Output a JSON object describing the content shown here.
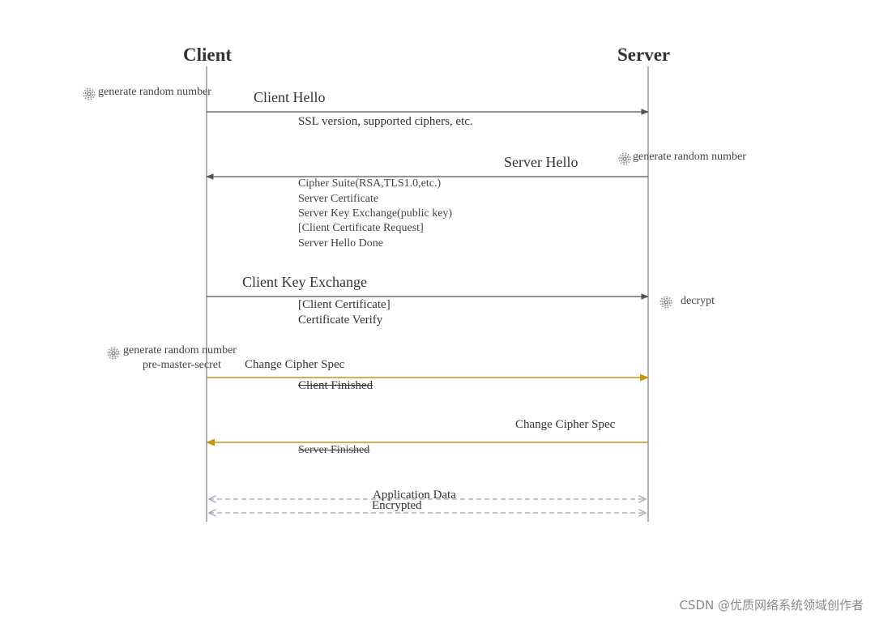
{
  "participants": {
    "client": "Client",
    "server": "Server"
  },
  "notes": {
    "client_generate_random_1": "generate random number",
    "server_generate_random": "generate random number",
    "server_decrypt": "decrypt",
    "client_generate_random_2": "generate random number",
    "pre_master_secret": "pre-master-secret"
  },
  "messages": {
    "client_hello": {
      "label": "Client Hello",
      "details": [
        "SSL version, supported ciphers, etc."
      ]
    },
    "server_hello": {
      "label": "Server Hello",
      "details": [
        "Cipher Suite(RSA,TLS1.0,etc.)",
        "Server Certificate",
        "Server Key Exchange(public key)",
        "[Client Certificate Request]",
        "Server Hello Done"
      ]
    },
    "client_key_exchange": {
      "label": "Client Key Exchange",
      "details": [
        "[Client Certificate]",
        "Certificate Verify"
      ]
    },
    "client_change_cipher": {
      "label": "Change Cipher Spec",
      "details": [
        "Client Finished"
      ]
    },
    "server_change_cipher": {
      "label": "Change Cipher Spec",
      "details": [
        "Server Finished"
      ]
    },
    "application_data": {
      "line1": "Application Data",
      "line2": "Encrypted"
    }
  },
  "colors": {
    "plain_arrow": "#555555",
    "encrypted_arrow": "#c8960c",
    "data_arrow": "#9aa6b8",
    "gear": "#8a8a8a"
  },
  "icons": [
    "gear-icon"
  ],
  "watermark": "CSDN @优质网络系统领域创作者"
}
